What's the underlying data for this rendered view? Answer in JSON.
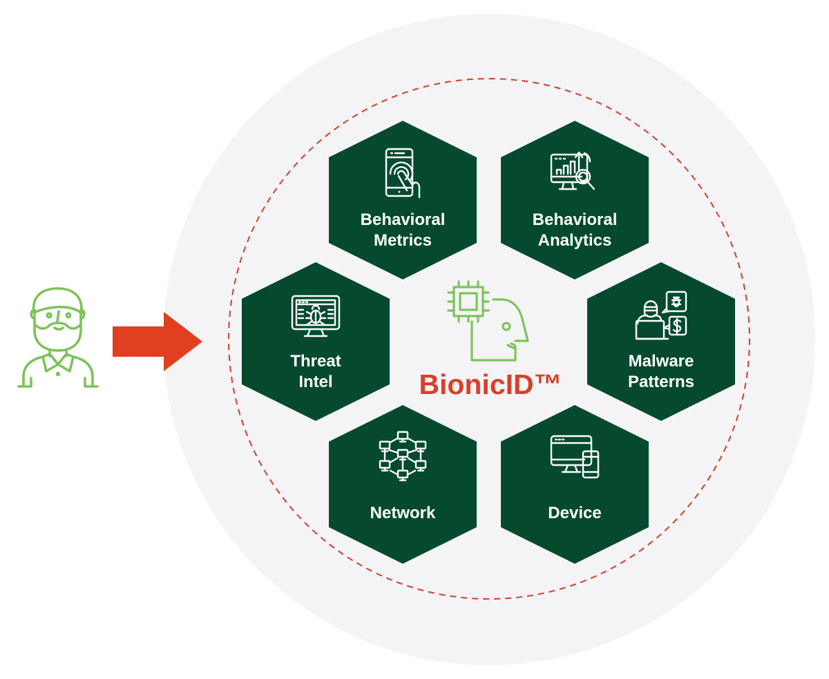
{
  "diagram": {
    "title": "BionicID™",
    "colors": {
      "hex_fill": "#054a2e",
      "brand_text": "#d8402a",
      "arrow": "#e0401f",
      "outline_green": "#7cc35a",
      "outer_circle": "#f4f4f6",
      "dashed_ring": "#d14a34",
      "icon_stroke": "#ffffff"
    },
    "user": {
      "icon": "bearded-user-icon"
    },
    "arrow": {
      "icon": "right-arrow-icon",
      "direction": "right"
    },
    "center": {
      "icon": "chip-head-icon",
      "label": "BionicID™"
    },
    "factors": [
      {
        "id": "behavioral-metrics",
        "label_lines": [
          "Behavioral",
          "Metrics"
        ],
        "icon": "smartphone-touch-icon"
      },
      {
        "id": "behavioral-analytics",
        "label_lines": [
          "Behavioral",
          "Analytics"
        ],
        "icon": "analytics-monitor-icon"
      },
      {
        "id": "threat-intel",
        "label_lines": [
          "Threat",
          "Intel"
        ],
        "icon": "bug-monitor-icon"
      },
      {
        "id": "malware-patterns",
        "label_lines": [
          "Malware",
          "Patterns"
        ],
        "icon": "hacker-icon"
      },
      {
        "id": "network",
        "label_lines": [
          "Network"
        ],
        "icon": "network-icon"
      },
      {
        "id": "device",
        "label_lines": [
          "Device"
        ],
        "icon": "devices-icon"
      }
    ]
  }
}
